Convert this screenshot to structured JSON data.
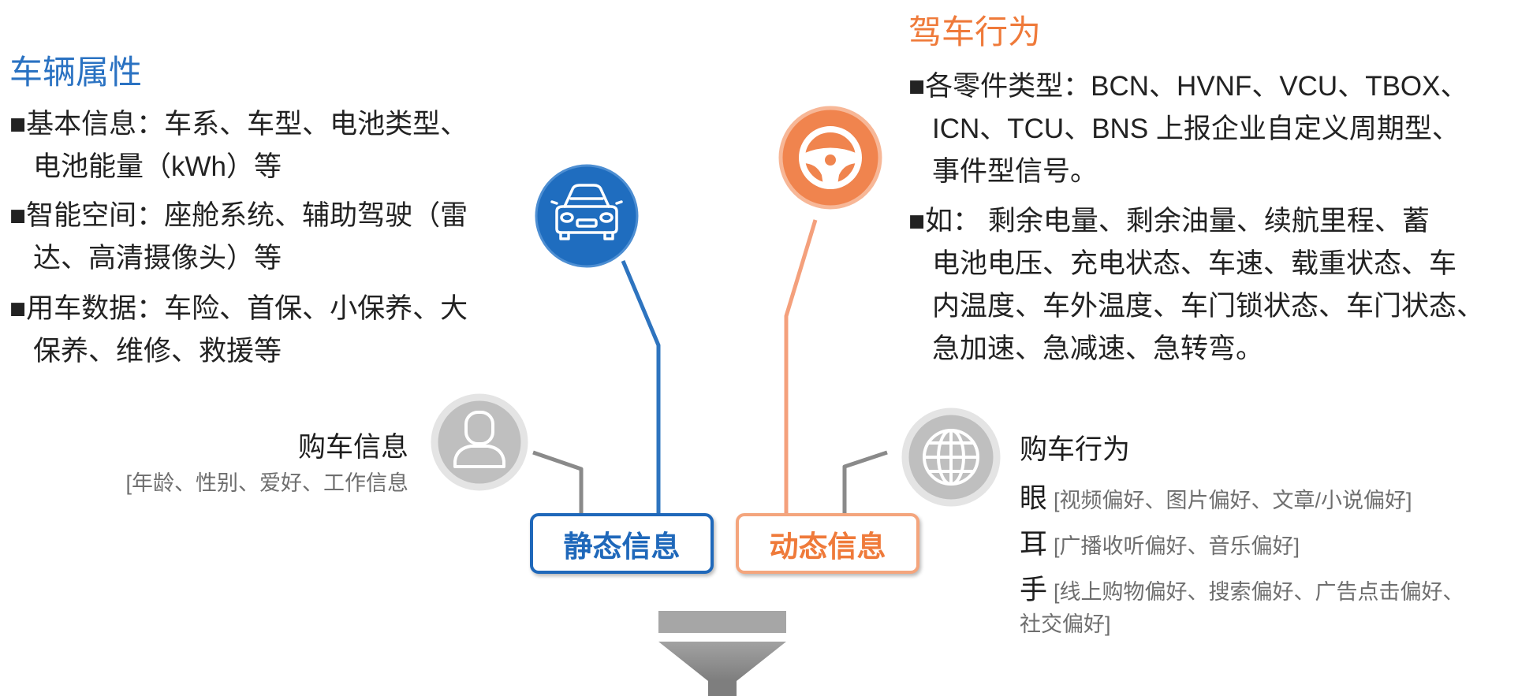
{
  "colors": {
    "blue": "#1f6dbf",
    "orange": "#f0844e",
    "orange_light": "#f4a57d",
    "gray_circle": "#bfbfbf",
    "gray_ring": "#e4e4e4",
    "gray_line": "#8a8a8a",
    "funnel": "#9c9c9c"
  },
  "vehicle_attributes": {
    "title": "车辆属性",
    "icon": "car-icon",
    "items": [
      {
        "lines": [
          "■基本信息：车系、车型、电池类型、",
          "电池能量（kWh）等"
        ]
      },
      {
        "lines": [
          "■智能空间：座舱系统、辅助驾驶（雷",
          "达、高清摄像头）等"
        ]
      },
      {
        "lines": [
          "■用车数据：车险、首保、小保养、大",
          "保养、维修、救援等"
        ]
      }
    ]
  },
  "driving_behavior": {
    "title": "驾车行为",
    "icon": "steering-wheel-icon",
    "items": [
      {
        "lines": [
          "■各零件类型：BCN、HVNF、VCU、TBOX、",
          "ICN、TCU、BNS 上报企业自定义周期型、",
          "事件型信号。"
        ]
      },
      {
        "lines": [
          "■如： 剩余电量、剩余油量、续航里程、蓄",
          "电池电压、充电状态、车速、载重状态、车",
          "内温度、车外温度、车门锁状态、车门状态、",
          "急加速、急减速、急转弯。"
        ]
      }
    ]
  },
  "purchase_info": {
    "title": "购车信息",
    "detail": "[年龄、性别、爱好、工作信息",
    "icon": "person-icon"
  },
  "purchase_behavior": {
    "title": "购车行为",
    "icon": "globe-icon",
    "senses": [
      {
        "label": "眼",
        "detail_lines": [
          "[视频偏好、图片偏好、文章/小说偏好]"
        ]
      },
      {
        "label": "耳",
        "detail_lines": [
          "[广播收听偏好、音乐偏好]"
        ]
      },
      {
        "label": "手",
        "detail_lines": [
          "[线上购物偏好、搜索偏好、广告点击偏好、",
          "社交偏好]"
        ]
      }
    ]
  },
  "boxes": {
    "static": "静态信息",
    "dynamic": "动态信息"
  },
  "funnel": {
    "icon": "funnel-icon"
  }
}
